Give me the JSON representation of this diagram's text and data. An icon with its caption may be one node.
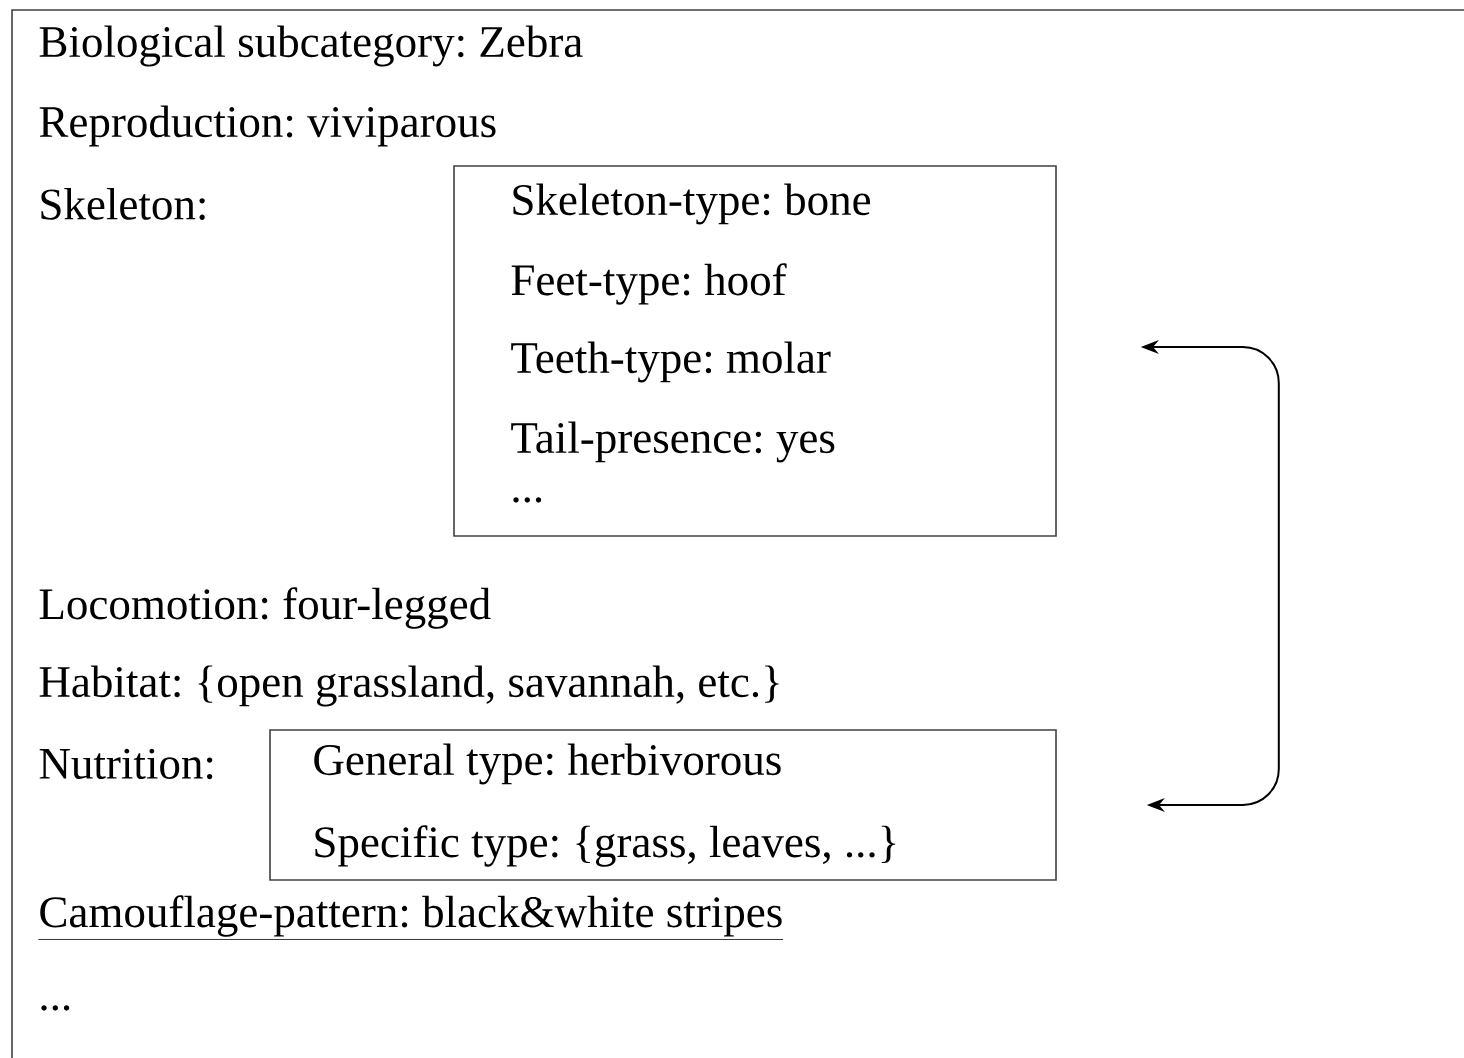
{
  "diagram": {
    "nodes": [
      {
        "text": [
          "Biological subcategory: Zebra",
          "Reproduction: viviparous",
          "Skeleton:",
          "Locomotion: four-legged",
          "Habitat: {open grassland, savannah, etc.}",
          "Nutrition:",
          "Camouflage-pattern: black&white stripes",
          "..."
        ]
      },
      {
        "text": [
          "Skeleton-type: bone",
          "Feet-type: hoof",
          "Teeth-type: molar",
          "Tail-presence: yes",
          "..."
        ],
        "in": 0
      },
      {
        "text": [
          "General type: herbivorous",
          "Specific type: {grass, leaves, ...}"
        ],
        "in": 0
      }
    ],
    "edges": [
      {
        "from": 1,
        "to": 2,
        "arrow": "both"
      }
    ]
  }
}
